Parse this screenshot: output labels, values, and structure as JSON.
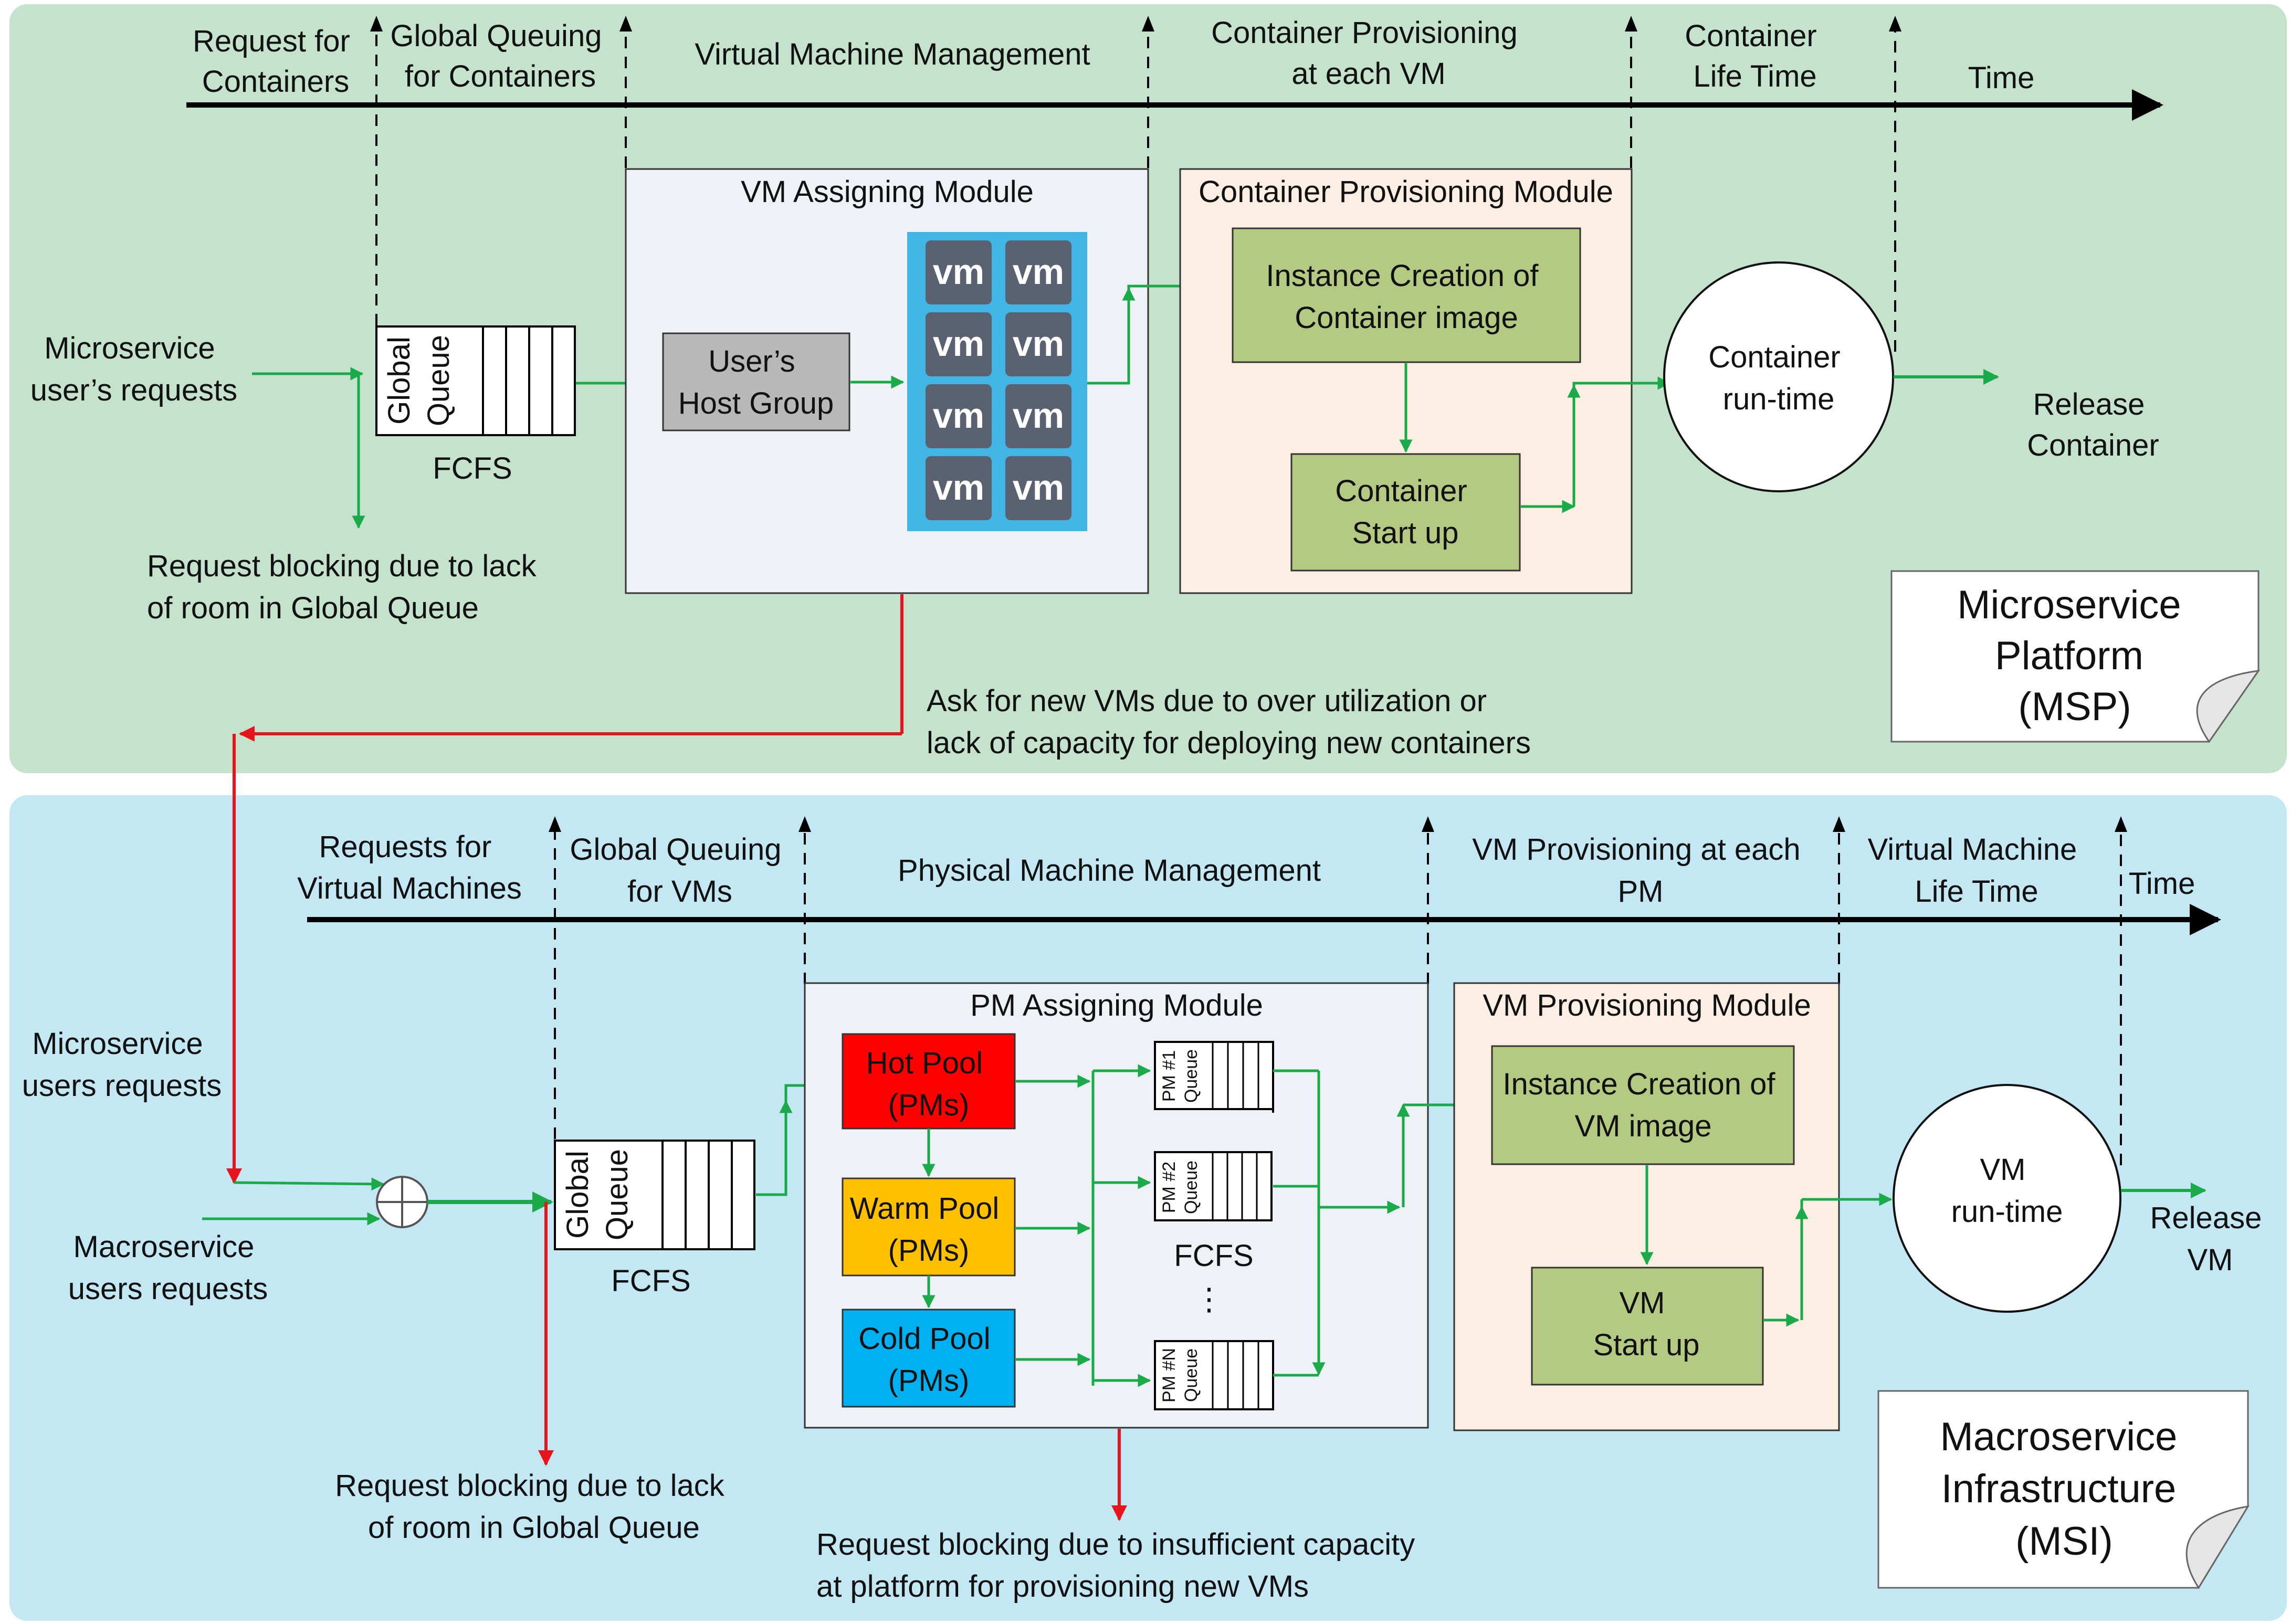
{
  "colors": {
    "msp_bg": "#c4e2cc",
    "msi_bg": "#c4e7f4",
    "module_grey_bg": "#eef1f6",
    "module_peach_bg": "#fbeee2",
    "green_box": "#b4c982",
    "grey_box": "#b8b8b8",
    "vm_tile_bg": "#41b6e6",
    "vm_tile": "#5a6272",
    "green_arrow": "#1aaa4a",
    "red_arrow": "#e8141c",
    "hot_pool": "#ff0000",
    "warm_pool": "#ffc000",
    "cold_pool": "#00b0f0"
  },
  "msp": {
    "timeline": {
      "phase1": [
        "Request for",
        "Containers"
      ],
      "phase2": [
        "Global Queuing",
        "for Containers"
      ],
      "phase3": "Virtual Machine Management",
      "phase4": [
        "Container Provisioning",
        "at each VM"
      ],
      "phase5": [
        "Container",
        "Life Time"
      ],
      "time_label": "Time"
    },
    "input_label": [
      "Microservice",
      "user’s requests"
    ],
    "global_queue": {
      "label": [
        "Global",
        "Queue"
      ],
      "policy": "FCFS"
    },
    "blocking_label": [
      "Request blocking due to lack",
      "of room in Global Queue"
    ],
    "vm_assigning_module": {
      "title": "VM Assigning Module",
      "host_group": [
        "User’s",
        "Host Group"
      ],
      "vm_tile_label": "vm"
    },
    "container_provisioning_module": {
      "title": "Container Provisioning Module",
      "instance_creation": [
        "Instance Creation of",
        "Container image"
      ],
      "startup": [
        "Container",
        "Start up"
      ]
    },
    "runtime": [
      "Container",
      "run-time"
    ],
    "release": [
      "Release",
      "Container"
    ],
    "note": [
      "Microservice",
      "Platform",
      "(MSP)"
    ],
    "ask_vms_label": [
      "Ask for new VMs due to over utilization or",
      "lack of capacity for deploying new containers"
    ]
  },
  "msi": {
    "timeline": {
      "phase1": [
        "Requests for",
        "Virtual Machines"
      ],
      "phase2": [
        "Global Queuing",
        "for VMs"
      ],
      "phase3": "Physical Machine Management",
      "phase4": [
        "VM Provisioning at each",
        "PM"
      ],
      "phase5": [
        "Virtual Machine",
        "Life Time"
      ],
      "time_label": "Time"
    },
    "micro_input_label": [
      "Microservice",
      "users requests"
    ],
    "macro_input_label": [
      "Macroservice",
      "users requests"
    ],
    "global_queue": {
      "label": [
        "Global",
        "Queue"
      ],
      "policy": "FCFS"
    },
    "blocking_label": [
      "Request blocking due to lack",
      "of room in Global Queue"
    ],
    "pm_assigning_module": {
      "title": "PM Assigning Module",
      "hot_pool": [
        "Hot Pool",
        "(PMs)"
      ],
      "warm_pool": [
        "Warm Pool",
        "(PMs)"
      ],
      "cold_pool": [
        "Cold Pool",
        "(PMs)"
      ],
      "pm_queues": [
        [
          "PM #1",
          "Queue"
        ],
        [
          "PM #2",
          "Queue"
        ],
        [
          "PM #N",
          "Queue"
        ]
      ],
      "policy": "FCFS",
      "ellipsis": "⋮"
    },
    "capacity_blocking_label": [
      "Request blocking due to insufficient capacity",
      "at platform for provisioning new VMs"
    ],
    "vm_provisioning_module": {
      "title": "VM Provisioning Module",
      "instance_creation": [
        "Instance Creation of",
        "VM image"
      ],
      "startup": [
        "VM",
        "Start up"
      ]
    },
    "runtime": [
      "VM",
      "run-time"
    ],
    "release": [
      "Release",
      "VM"
    ],
    "note": [
      "Macroservice",
      "Infrastructure",
      "(MSI)"
    ]
  }
}
